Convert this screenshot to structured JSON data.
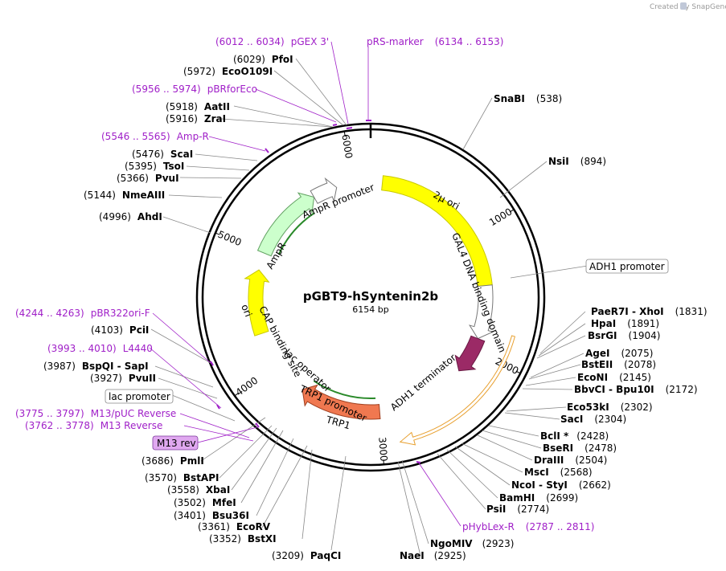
{
  "credit": "Created by SnapGene",
  "map": {
    "title": "pGBT9-hSyntenin2b",
    "size_label": "6154 bp",
    "total_bp": 6154,
    "ticks": [
      {
        "bp": 1000,
        "label": "1000"
      },
      {
        "bp": 2000,
        "label": "2000"
      },
      {
        "bp": 3000,
        "label": "3000"
      },
      {
        "bp": 4000,
        "label": "4000"
      },
      {
        "bp": 5000,
        "label": "5000"
      },
      {
        "bp": 6000,
        "label": "6000"
      }
    ]
  },
  "features": [
    {
      "name": "2µ ori",
      "start": 100,
      "end": 1440,
      "color": "#ffff00",
      "stroke": "#c8c800",
      "arrow": false,
      "label_inside": true
    },
    {
      "name": "GAL4 DNA binding domain",
      "start": 1440,
      "end": 1900,
      "color": "#ffffff",
      "stroke": "#777777",
      "arrow": true,
      "label_inside": false
    },
    {
      "name": "",
      "start": 1900,
      "end": 2220,
      "color": "#9b2a66",
      "stroke": "#6a1a44",
      "arrow": true,
      "label_inside": false
    },
    {
      "name": "",
      "start": 1800,
      "end": 2880,
      "color": "#ffffff",
      "stroke": "#e8a030",
      "arrow": true,
      "thin": true,
      "label_inside": false
    },
    {
      "name": "TRP1",
      "start": 3000,
      "end": 3700,
      "color": "#f07850",
      "stroke": "#a04020",
      "arrow": true,
      "label_inside": true
    },
    {
      "name": "ori",
      "start": 4300,
      "end": 4850,
      "color": "#ffff00",
      "stroke": "#c8c800",
      "arrow": true,
      "label_inside": true
    },
    {
      "name": "AmpR",
      "start": 5000,
      "end": 5650,
      "color": "#ccffcc",
      "stroke": "#60a060",
      "arrow": true,
      "label_inside": true
    },
    {
      "name": "AmpR promoter",
      "start": 5650,
      "end": 5860,
      "color": "#ffffff",
      "stroke": "#777777",
      "arrow": true,
      "label_inside": false
    }
  ],
  "feature_labels": [
    {
      "text": "GAL4 DNA binding domain"
    },
    {
      "text": "ADH1 terminator"
    },
    {
      "text": "TRP1 promoter"
    },
    {
      "text": "lac operator"
    },
    {
      "text": "CAP binding site"
    },
    {
      "text": "AmpR promoter"
    },
    {
      "text": "AmpR"
    },
    {
      "text": "ori"
    },
    {
      "text": "2µ ori"
    },
    {
      "text": "TRP1"
    }
  ],
  "enzymes_left": [
    {
      "pos": "(6029)",
      "name": "PfoI"
    },
    {
      "pos": "(5972)",
      "name": "EcoO109I"
    },
    {
      "pos": "(5918)",
      "name": "AatII"
    },
    {
      "pos": "(5916)",
      "name": "ZraI"
    },
    {
      "pos": "(5476)",
      "name": "ScaI"
    },
    {
      "pos": "(5395)",
      "name": "TsoI"
    },
    {
      "pos": "(5366)",
      "name": "PvuI"
    },
    {
      "pos": "(5144)",
      "name": "NmeAIII"
    },
    {
      "pos": "(4996)",
      "name": "AhdI"
    },
    {
      "pos": "(4103)",
      "name": "PciI"
    },
    {
      "pos": "(3987)",
      "name": "BspQI - SapI"
    },
    {
      "pos": "(3927)",
      "name": "PvuII"
    },
    {
      "pos": "(3686)",
      "name": "PmlI"
    },
    {
      "pos": "(3570)",
      "name": "BstAPI"
    },
    {
      "pos": "(3558)",
      "name": "XbaI"
    },
    {
      "pos": "(3502)",
      "name": "MfeI"
    },
    {
      "pos": "(3401)",
      "name": "Bsu36I"
    },
    {
      "pos": "(3361)",
      "name": "EcoRV"
    },
    {
      "pos": "(3352)",
      "name": "BstXI"
    },
    {
      "pos": "(3209)",
      "name": "PaqCI"
    }
  ],
  "enzymes_right": [
    {
      "name": "SnaBI",
      "pos": "(538)"
    },
    {
      "name": "NsiI",
      "pos": "(894)"
    },
    {
      "name": "PaeR7I - XhoI",
      "pos": "(1831)"
    },
    {
      "name": "HpaI",
      "pos": "(1891)"
    },
    {
      "name": "BsrGI",
      "pos": "(1904)"
    },
    {
      "name": "AgeI",
      "pos": "(2075)"
    },
    {
      "name": "BstEII",
      "pos": "(2078)"
    },
    {
      "name": "EcoNI",
      "pos": "(2145)"
    },
    {
      "name": "BbvCI - Bpu10I",
      "pos": "(2172)"
    },
    {
      "name": "Eco53kI",
      "pos": "(2302)"
    },
    {
      "name": "SacI",
      "pos": "(2304)"
    },
    {
      "name": "BclI *",
      "pos": "(2428)"
    },
    {
      "name": "BseRI",
      "pos": "(2478)"
    },
    {
      "name": "DraIII",
      "pos": "(2504)"
    },
    {
      "name": "MscI",
      "pos": "(2568)"
    },
    {
      "name": "NcoI - StyI",
      "pos": "(2662)"
    },
    {
      "name": "BamHI",
      "pos": "(2699)"
    },
    {
      "name": "PsiI",
      "pos": "(2774)"
    },
    {
      "name": "NgoMIV",
      "pos": "(2923)"
    },
    {
      "name": "NaeI",
      "pos": "(2925)"
    }
  ],
  "primers": [
    {
      "range": "(6012 .. 6034)",
      "name": "pGEX 3'"
    },
    {
      "range": "(6134 .. 6153)",
      "name": "pRS-marker"
    },
    {
      "range": "(5956 .. 5974)",
      "name": "pBRforEco"
    },
    {
      "range": "(5546 .. 5565)",
      "name": "Amp-R"
    },
    {
      "range": "(4244 .. 4263)",
      "name": "pBR322ori-F"
    },
    {
      "range": "(3993 .. 4010)",
      "name": "L4440"
    },
    {
      "range": "(3775 .. 3797)",
      "name": "M13/pUC Reverse"
    },
    {
      "range": "(3762 .. 3778)",
      "name": "M13 Reverse"
    },
    {
      "range": "(2787 .. 2811)",
      "name": "pHybLex-R"
    }
  ],
  "boxed_labels": [
    {
      "text": "ADH1 promoter"
    },
    {
      "text": "lac promoter"
    },
    {
      "text": "M13 rev"
    }
  ]
}
